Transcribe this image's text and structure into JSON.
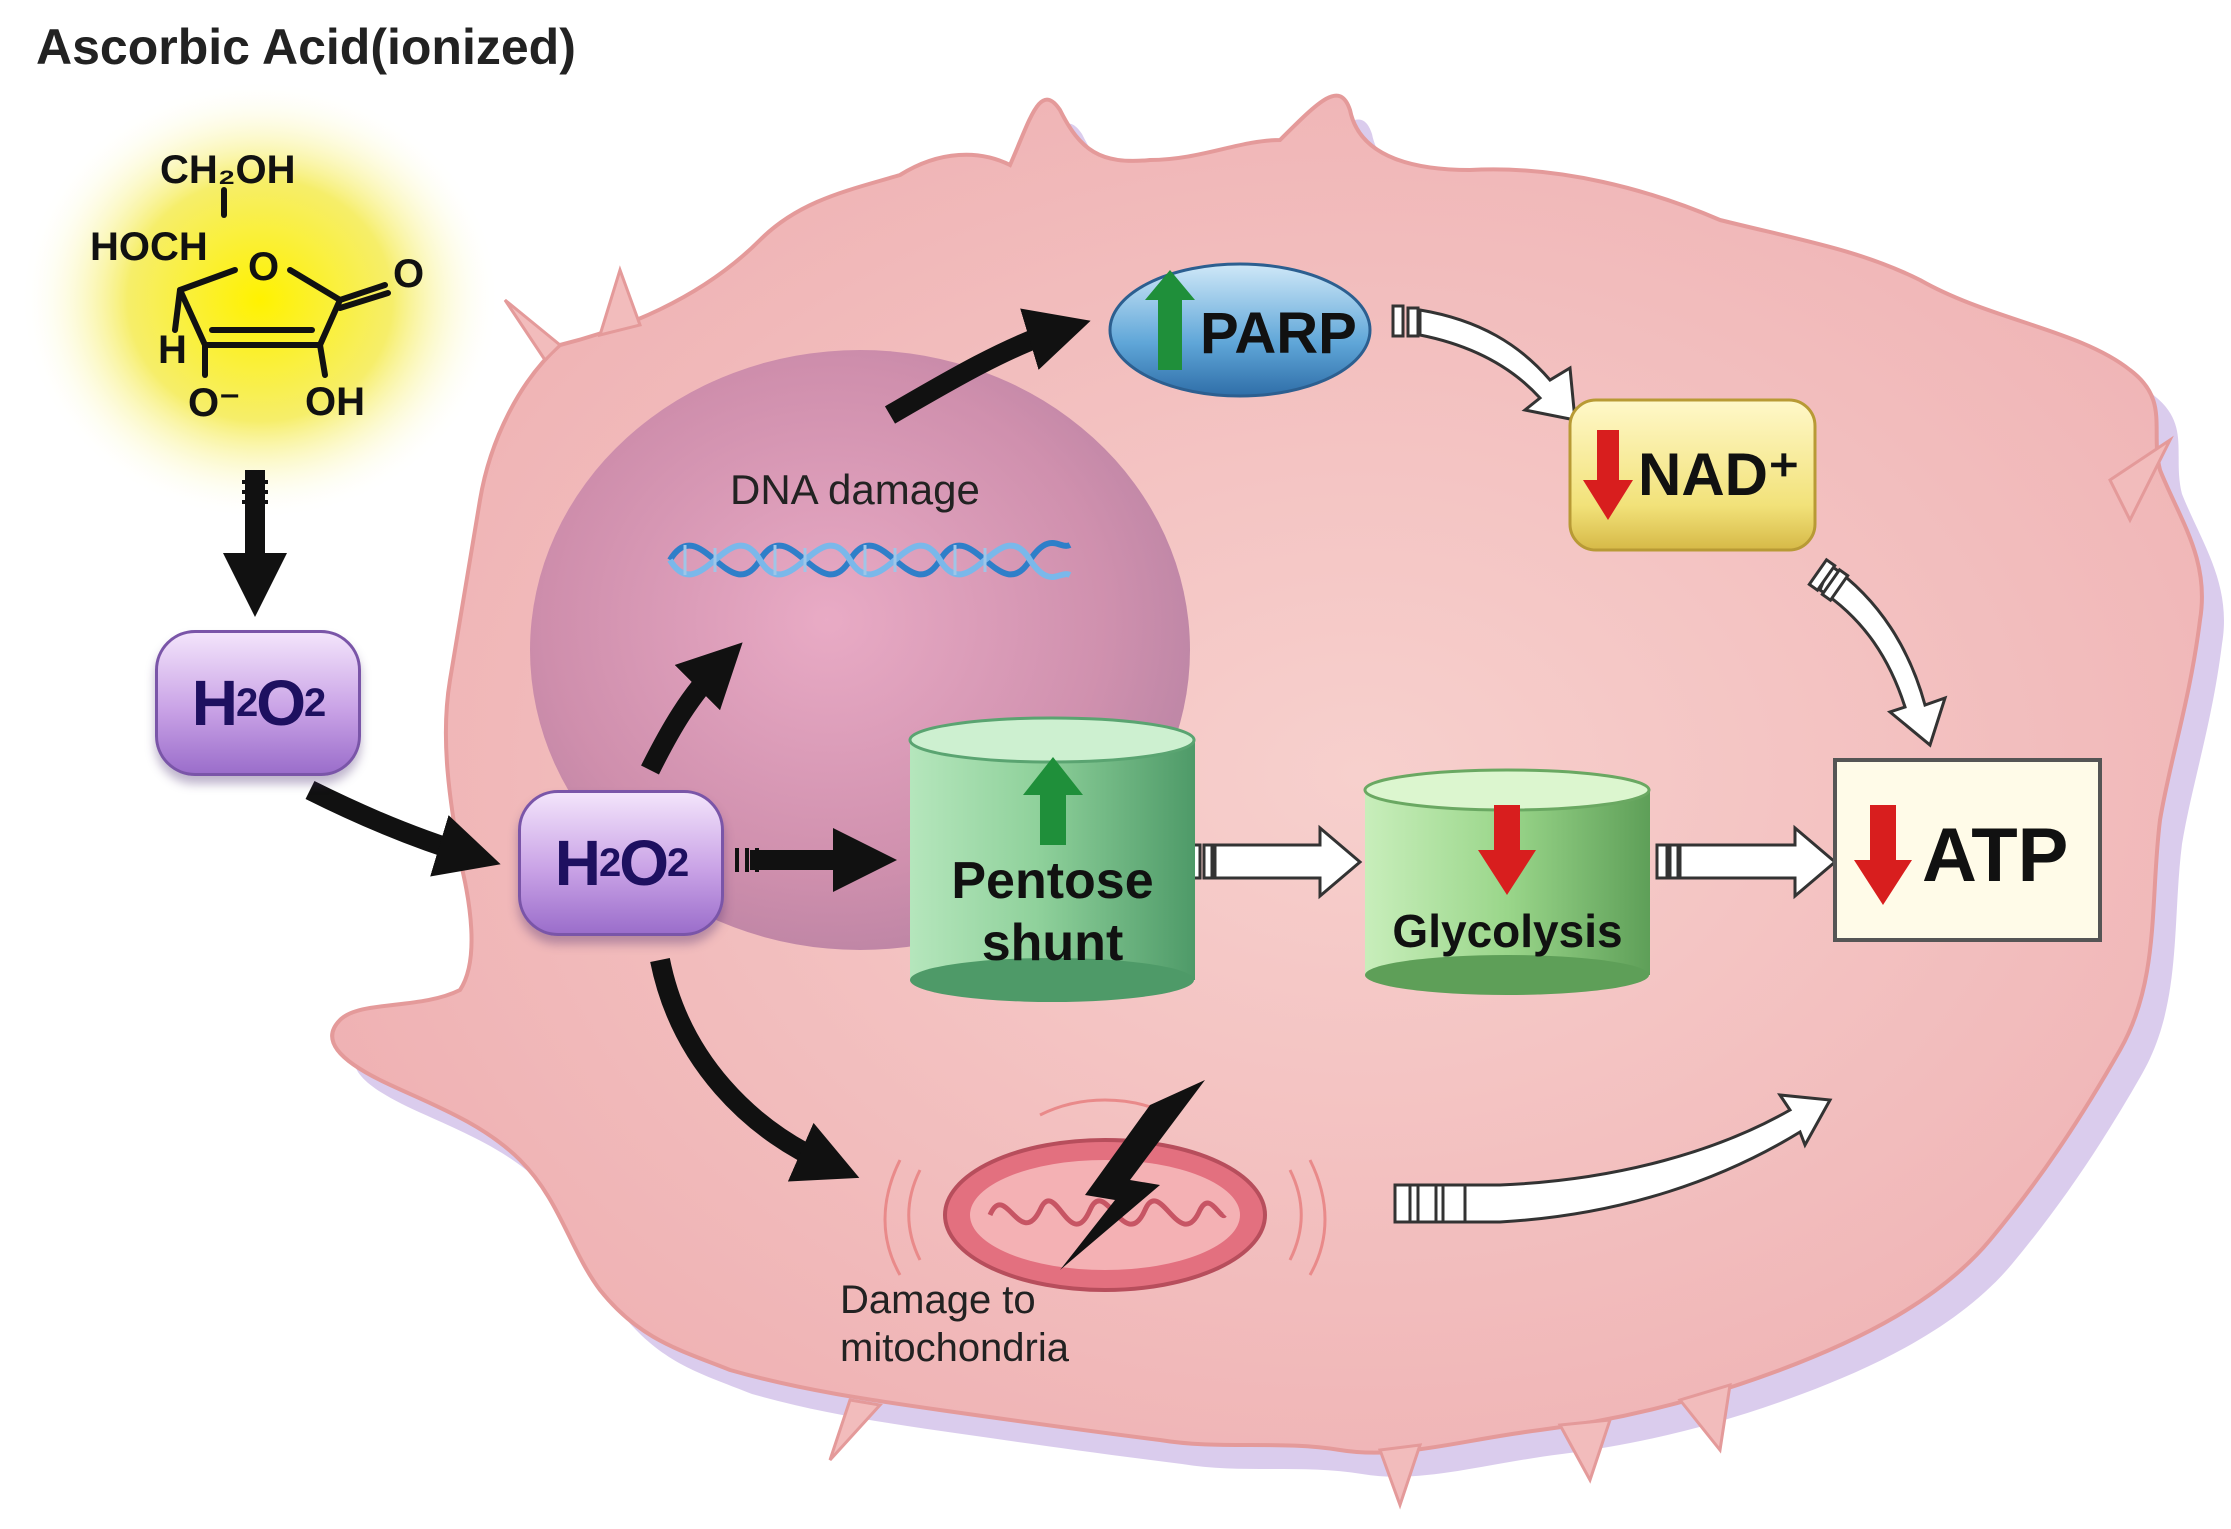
{
  "title": "Ascorbic Acid(ionized)",
  "molecule": {
    "ch2oh": "CH₂OH",
    "hoch": "HOCH",
    "ring_o": "O",
    "carbonyl_o": "O",
    "h": "H",
    "o_minus": "O⁻",
    "oh": "OH"
  },
  "nodes": {
    "h2o2_outer": {
      "h": "H",
      "two_a": "2",
      "o": "O",
      "two_b": "2"
    },
    "h2o2_inner": {
      "h": "H",
      "two_a": "2",
      "o": "O",
      "two_b": "2"
    },
    "dna_damage": "DNA damage",
    "parp": "PARP",
    "nad": "NAD⁺",
    "pentose_line1": "Pentose",
    "pentose_line2": "shunt",
    "glycolysis": "Glycolysis",
    "atp": "ATP",
    "mito_line1": "Damage to",
    "mito_line2": "mitochondria"
  },
  "colors": {
    "up_arrow": "#1f8f3a",
    "down_arrow": "#d81e1e",
    "cell": "#f4c1c1",
    "nucleus": "#c87ba4",
    "h2o2_fill": "#c9a2e6",
    "parp_fill": "#5fa6d8",
    "nad_fill": "#f2e27a",
    "cylinder_fill": "#8fd19b"
  },
  "icons": {
    "up": "up-arrow-icon",
    "down": "down-arrow-icon",
    "lightning": "lightning-bolt-icon"
  }
}
